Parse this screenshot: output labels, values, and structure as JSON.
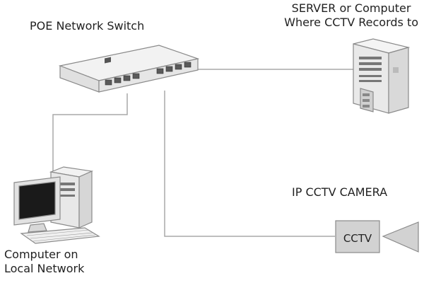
{
  "labels": {
    "switch": "POE Network Switch",
    "server_line1": "SERVER or Computer",
    "server_line2": "Where CCTV Records to",
    "camera": "IP CCTV CAMERA",
    "pc_line1": "Computer on",
    "pc_line2": "Local Network",
    "camera_box": "CCTV"
  },
  "colors": {
    "line": "#a8a8a8",
    "device_fill": "#e6e6e6",
    "device_stroke": "#8a8a8a",
    "screen": "#1a1a1a",
    "camera_fill": "#d2d2d2"
  },
  "icons": [
    "poe-switch-icon",
    "server-icon",
    "desktop-computer-icon",
    "cctv-camera-icon"
  ]
}
